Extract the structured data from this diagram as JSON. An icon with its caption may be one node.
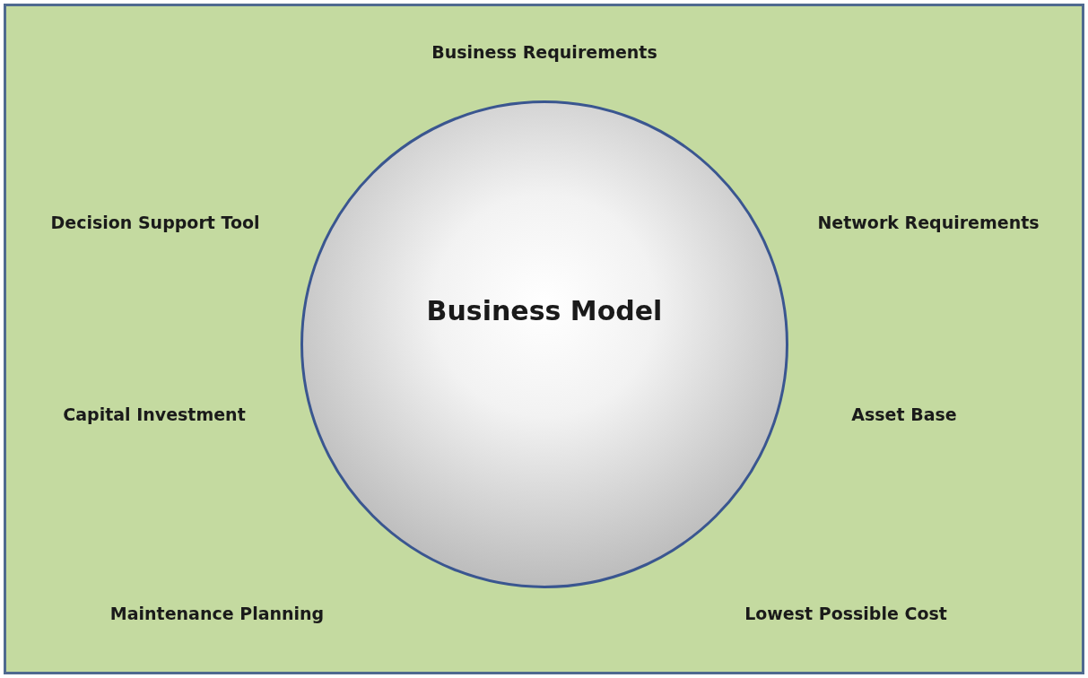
{
  "diagram": {
    "nodes": [
      {
        "text": [
          "Business Model"
        ]
      }
    ],
    "labels": [
      "Business Requirements",
      "Decision Support Tool",
      "Network Requirements",
      "Capital Investment",
      "Asset Base",
      "Maintenance Planning",
      "Lowest Possible Cost"
    ]
  }
}
